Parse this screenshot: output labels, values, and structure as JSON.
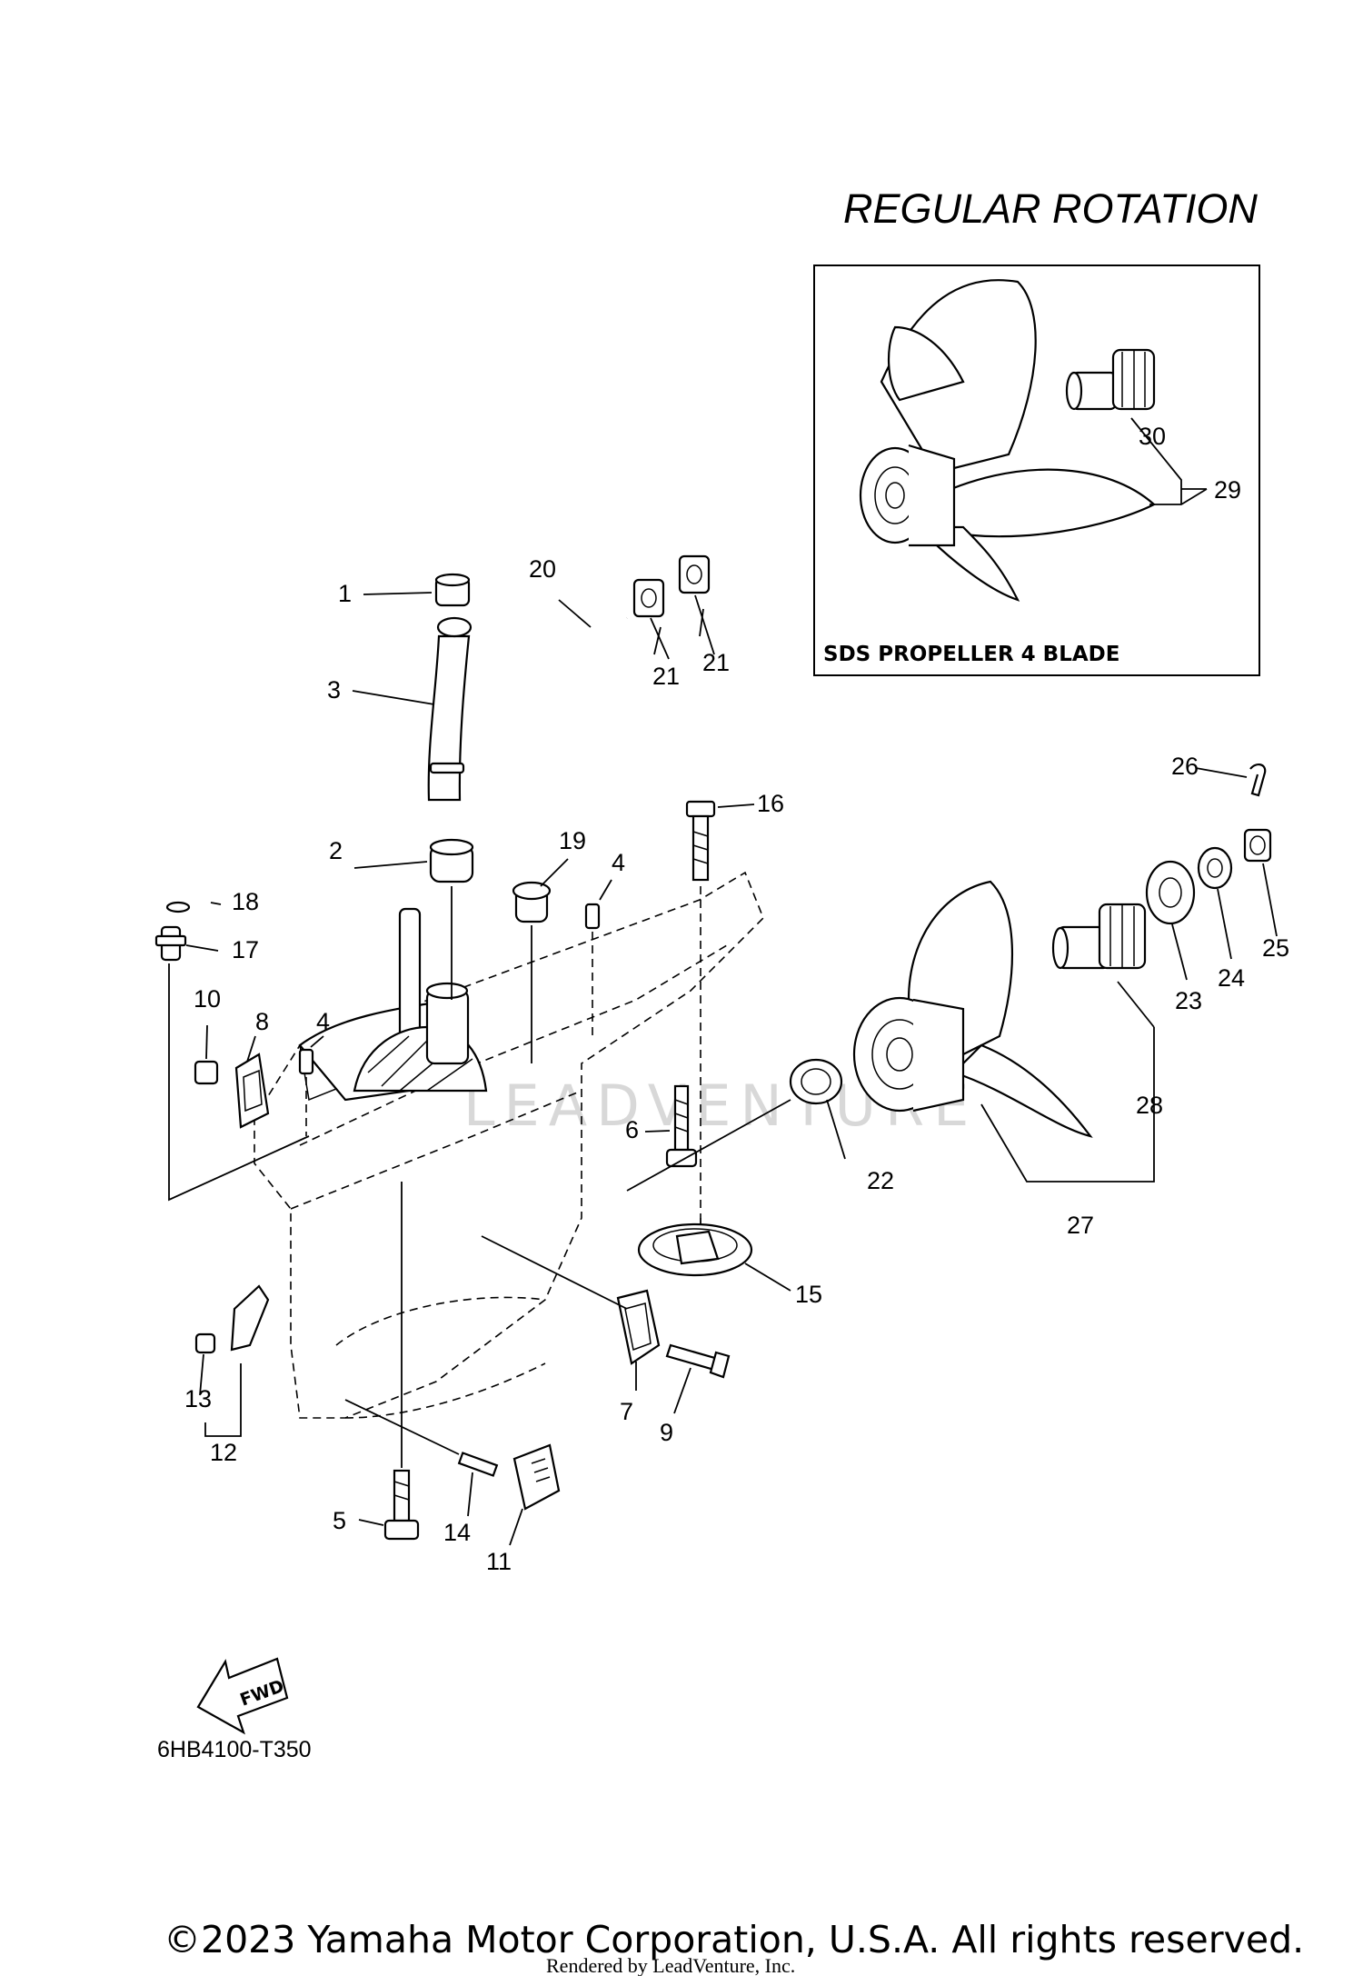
{
  "title": "REGULAR ROTATION",
  "inset_caption": "SDS PROPELLER 4 BLADE",
  "diagram_code": "6HB4100-T350",
  "fwd_label": "FWD",
  "watermark": "LEADVENTURE",
  "copyright": "©2023 Yamaha Motor Corporation, U.S.A. All rights reserved.",
  "rendered_by": "Rendered by LeadVenture, Inc.",
  "callouts": [
    {
      "id": "1",
      "text": "1"
    },
    {
      "id": "2",
      "text": "2"
    },
    {
      "id": "3",
      "text": "3"
    },
    {
      "id": "4a",
      "text": "4"
    },
    {
      "id": "4b",
      "text": "4"
    },
    {
      "id": "5",
      "text": "5"
    },
    {
      "id": "6",
      "text": "6"
    },
    {
      "id": "7",
      "text": "7"
    },
    {
      "id": "8",
      "text": "8"
    },
    {
      "id": "9",
      "text": "9"
    },
    {
      "id": "10",
      "text": "10"
    },
    {
      "id": "11",
      "text": "11"
    },
    {
      "id": "12",
      "text": "12"
    },
    {
      "id": "13",
      "text": "13"
    },
    {
      "id": "14",
      "text": "14"
    },
    {
      "id": "15",
      "text": "15"
    },
    {
      "id": "16",
      "text": "16"
    },
    {
      "id": "17",
      "text": "17"
    },
    {
      "id": "18",
      "text": "18"
    },
    {
      "id": "19",
      "text": "19"
    },
    {
      "id": "20",
      "text": "20"
    },
    {
      "id": "21a",
      "text": "21"
    },
    {
      "id": "21b",
      "text": "21"
    },
    {
      "id": "22",
      "text": "22"
    },
    {
      "id": "23",
      "text": "23"
    },
    {
      "id": "24",
      "text": "24"
    },
    {
      "id": "25",
      "text": "25"
    },
    {
      "id": "26",
      "text": "26"
    },
    {
      "id": "27",
      "text": "27"
    },
    {
      "id": "28",
      "text": "28"
    },
    {
      "id": "29",
      "text": "29"
    },
    {
      "id": "30",
      "text": "30"
    }
  ]
}
